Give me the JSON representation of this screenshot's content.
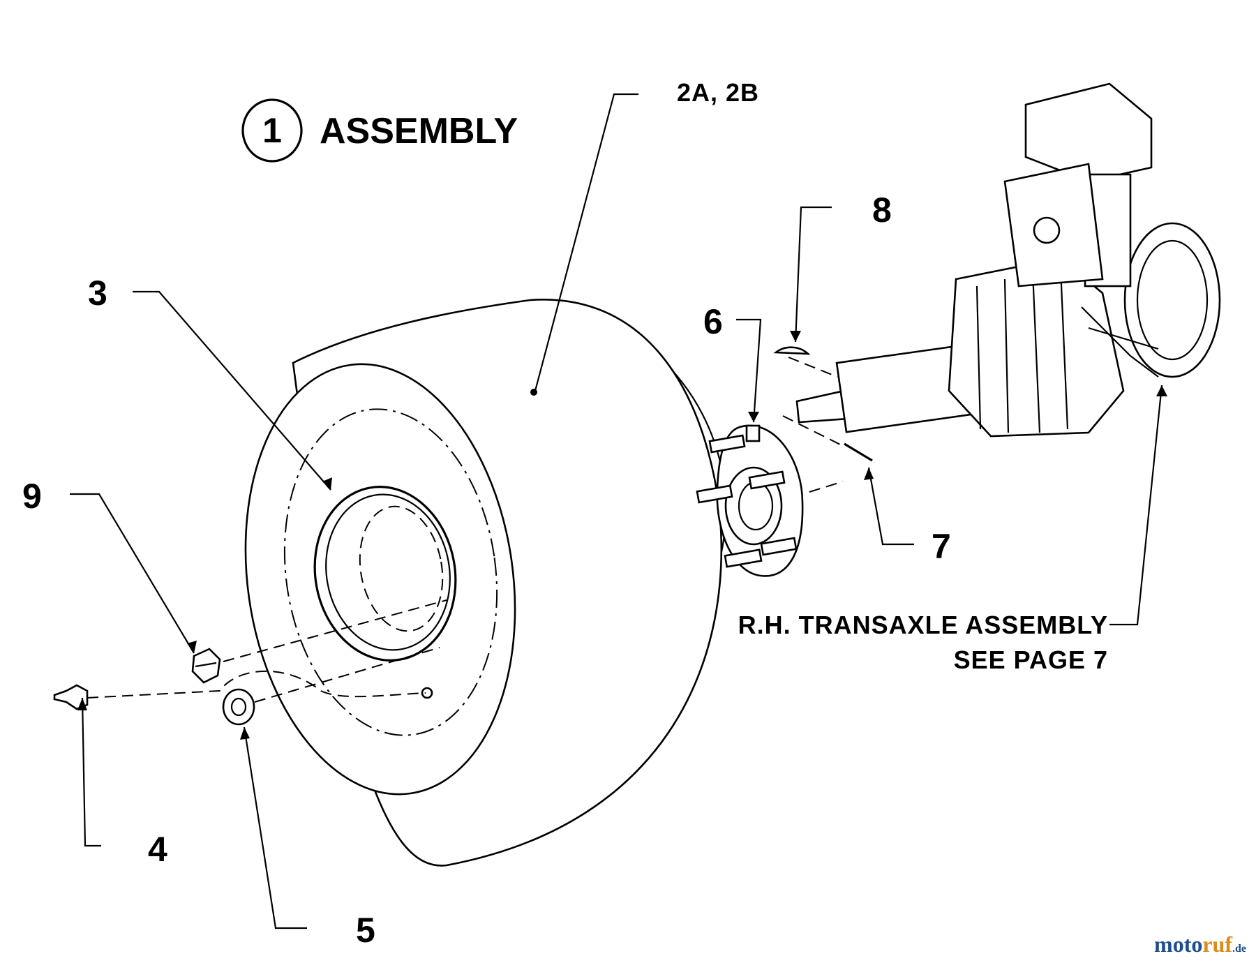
{
  "diagram": {
    "assembly_badge": "1",
    "assembly_title": "ASSEMBLY",
    "callouts": {
      "tire": "2A, 2B",
      "rim": "3",
      "valve": "4",
      "nut": "5",
      "hub": "6",
      "pin": "7",
      "key": "8",
      "castle_nut": "9"
    },
    "transaxle_note": {
      "line1": "R.H. TRANSAXLE ASSEMBLY",
      "line2": "SEE PAGE 7"
    }
  },
  "watermark": {
    "part1": "moto",
    "part2": "ruf",
    "suffix": ".de"
  }
}
